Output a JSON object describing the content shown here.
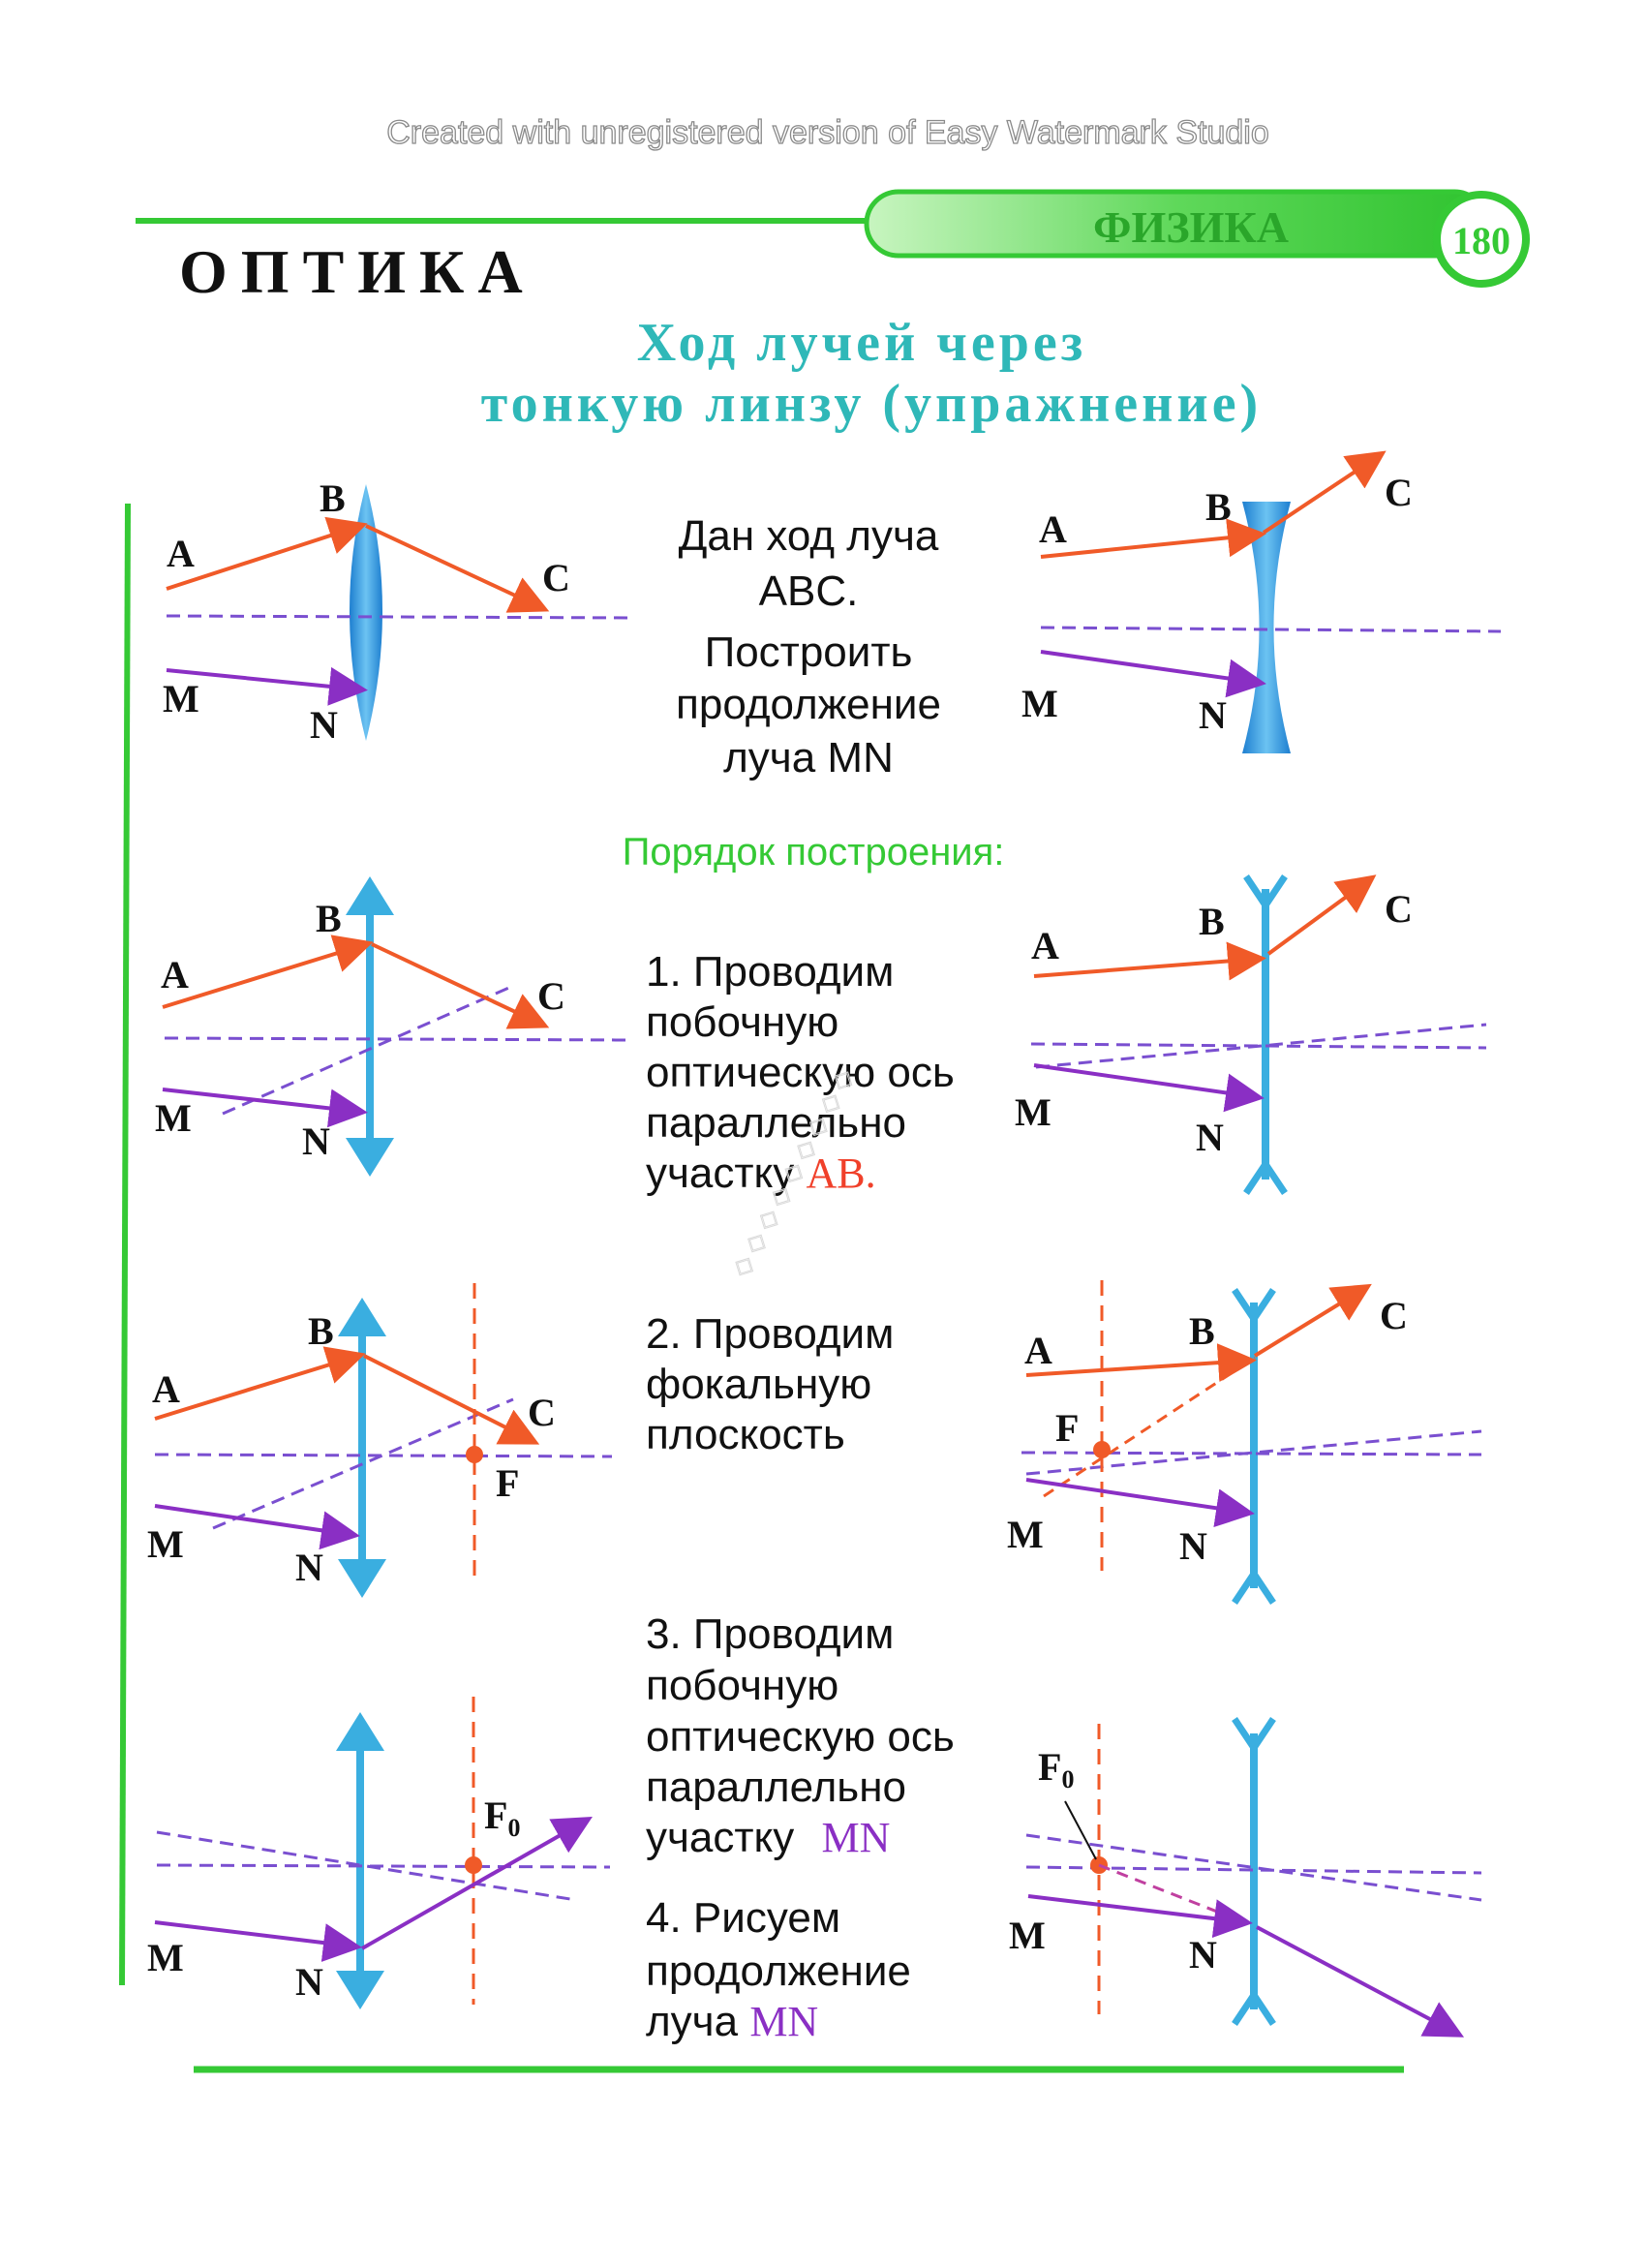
{
  "watermark": "Created with unregistered version of Easy Watermark Studio",
  "header": {
    "section": "ФИЗИКА",
    "page_number": "180",
    "chapter_title": "ОПТИКА",
    "title_line1": "Ход лучей через",
    "title_line2": "тонкую линзу (упражнение)"
  },
  "intro": {
    "line1": "Дан ход луча",
    "line2": "ABC.",
    "line3": "Построить",
    "line4": "продолжение",
    "line5": "луча MN"
  },
  "order_heading": "Порядок построения:",
  "steps": {
    "s1": [
      "1. Проводим",
      "побочную",
      "оптическую ось",
      "параллельно"
    ],
    "s1_last_prefix": "участку",
    "s1_last_accent": "AB.",
    "s2": [
      "2. Проводим",
      "фокальную",
      "плоскость"
    ],
    "s3": [
      "3. Проводим",
      "побочную",
      "оптическую ось",
      "параллельно"
    ],
    "s3_last_prefix": "участку",
    "s3_last_accent": "MN",
    "s4": [
      "4. Рисуем",
      "продолжение"
    ],
    "s4_last_prefix": "луча",
    "s4_last_accent": "MN"
  },
  "labels": {
    "A": "A",
    "B": "B",
    "C": "C",
    "M": "M",
    "N": "N",
    "F": "F",
    "F0_main": "F",
    "F0_sub": "0"
  },
  "colors": {
    "ray_abc": "#f05a28",
    "ray_mn": "#8a2fc4",
    "axis": "#7a4fd0",
    "lens": "#3aaee0",
    "focal": "#f05a28",
    "heading_teal": "#2fb8b8",
    "green": "#35c935"
  }
}
